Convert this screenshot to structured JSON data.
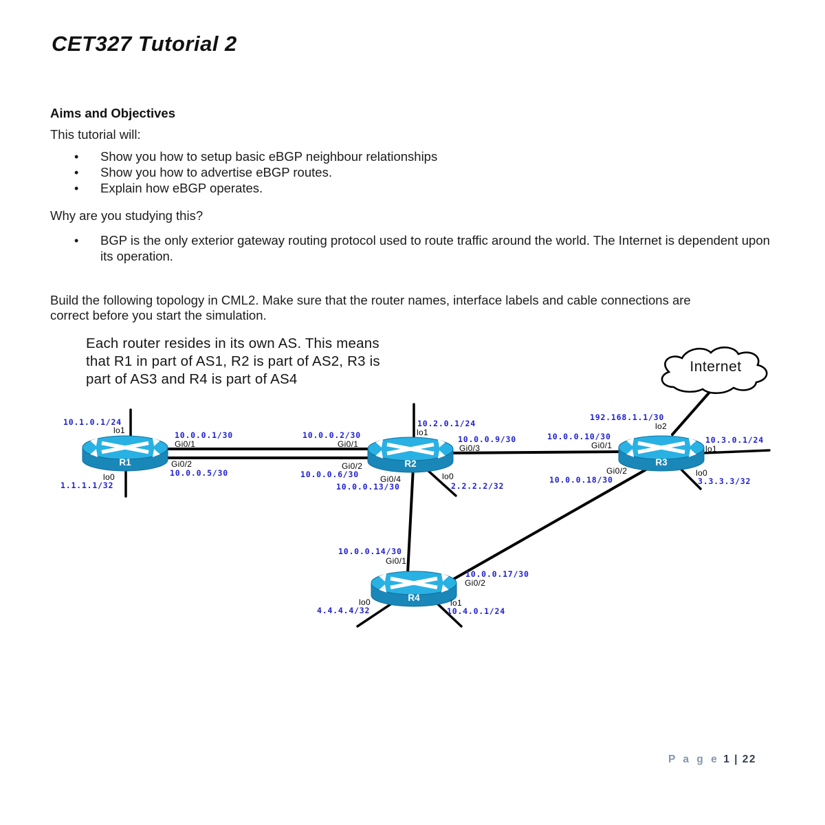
{
  "page": {
    "title": "CET327 Tutorial 2",
    "footer_word": "P a g e",
    "footer_page": "1 | 22"
  },
  "content": {
    "bullet_char": "•",
    "aims_heading": "Aims and Objectives",
    "intro": "This tutorial will:",
    "aims_bullets": [
      "Show you how to setup basic eBGP neighbour relationships",
      "Show you how to advertise eBGP routes.",
      "Explain how eBGP operates."
    ],
    "why_heading": "Why are you studying this?",
    "why_bullet": "BGP is the only exterior gateway routing protocol used to route traffic around the world. The Internet is dependent upon its operation.",
    "build_para": "Build the following topology in CML2. Make sure that the router names, interface labels and cable connections are correct before you start the simulation.",
    "note_lines": [
      "Each router resides in its own AS. This means",
      "that R1 in part of AS1, R2 is part of AS2, R3 is",
      "part of AS3 and R4 is part of AS4"
    ]
  },
  "topology": {
    "internet_label": "Internet",
    "r1": {
      "name": "R1",
      "lo1_ip": "10.1.0.1/24",
      "lo1": "lo1",
      "gi1_ip": "10.0.0.1/30",
      "gi1": "Gi0/1",
      "gi2": "Gi0/2",
      "gi2_ip": "10.0.0.5/30",
      "lo0": "lo0",
      "lo0_ip": "1.1.1.1/32"
    },
    "r2": {
      "name": "R2",
      "gi1_ip": "10.0.0.2/30",
      "gi1": "Gi0/1",
      "lo1_ip": "10.2.0.1/24",
      "lo1": "lo1",
      "gi3_ip": "10.0.0.9/30",
      "gi3": "Gi0/3",
      "gi2": "Gi0/2",
      "gi2_ip": "10.0.0.6/30",
      "gi4": "Gi0/4",
      "gi4_ip": "10.0.0.13/30",
      "lo0": "lo0",
      "lo0_ip": "2.2.2.2/32"
    },
    "r3": {
      "name": "R3",
      "lo2_ip": "192.168.1.1/30",
      "lo2": "lo2",
      "gi1_ip": "10.0.0.10/30",
      "gi1": "Gi0/1",
      "lo1_ip": "10.3.0.1/24",
      "lo1": "lo1",
      "gi2": "Gi0/2",
      "gi2_ip": "10.0.0.18/30",
      "lo0": "lo0",
      "lo0_ip": "3.3.3.3/32"
    },
    "r4": {
      "name": "R4",
      "gi1_ip": "10.0.0.14/30",
      "gi1": "Gi0/1",
      "gi2_ip": "10.0.0.17/30",
      "gi2": "Gi0/2",
      "lo0": "lo0",
      "lo0_ip": "4.4.4.4/32",
      "lo1": "lo1",
      "lo1_ip": "10.4.0.1/24"
    }
  },
  "colors": {
    "ip_label_blue": "#2020d2",
    "router_top": "#29b1e3",
    "router_body": "#1a87b9",
    "footer_gray": "#8496b0",
    "footer_dark": "#333f50"
  }
}
